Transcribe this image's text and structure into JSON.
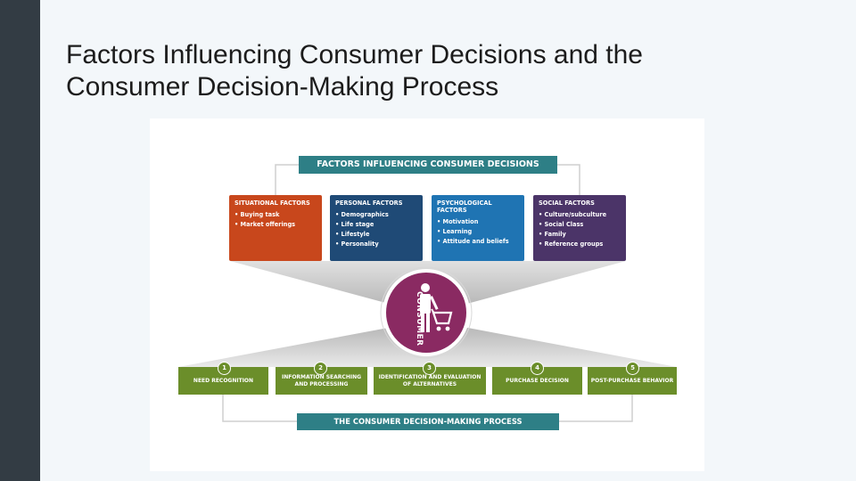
{
  "slide": {
    "title_line1": "Factors Influencing Consumer Decisions and the",
    "title_line2": "Consumer Decision-Making Process"
  },
  "diagram": {
    "top_banner": "FACTORS INFLUENCING CONSUMER DECISIONS",
    "factors": [
      {
        "heading": "SITUATIONAL FACTORS",
        "items": [
          "• Buying task",
          "• Market offerings"
        ],
        "color": "#c8471c"
      },
      {
        "heading": "PERSONAL FACTORS",
        "items": [
          "• Demographics",
          "• Life stage",
          "• Lifestyle",
          "• Personality"
        ],
        "color": "#1f4a76"
      },
      {
        "heading": "PSYCHOLOGICAL FACTORS",
        "items": [
          "• Motivation",
          "• Learning",
          "• Attitude and beliefs"
        ],
        "color": "#1f74b3"
      },
      {
        "heading": "SOCIAL FACTORS",
        "items": [
          "• Culture/subculture",
          "• Social Class",
          "• Family",
          "• Reference groups"
        ],
        "color": "#4b3468"
      }
    ],
    "center_label": "CONSUMER",
    "center_icon": "shopper-with-cart-icon",
    "steps": [
      {
        "number": "1",
        "label": "NEED RECOGNITION"
      },
      {
        "number": "2",
        "label": "INFORMATION SEARCHING AND PROCESSING"
      },
      {
        "number": "3",
        "label": "IDENTIFICATION AND EVALUATION OF ALTERNATIVES"
      },
      {
        "number": "4",
        "label": "PURCHASE DECISION"
      },
      {
        "number": "5",
        "label": "POST-PURCHASE BEHAVIOR"
      }
    ],
    "bottom_banner": "THE CONSUMER DECISION-MAKING PROCESS",
    "colors": {
      "teal": "#2e7f86",
      "green": "#6b8e2a",
      "consumer_circle": "#8a2a62",
      "sidebar": "#333c44"
    }
  }
}
